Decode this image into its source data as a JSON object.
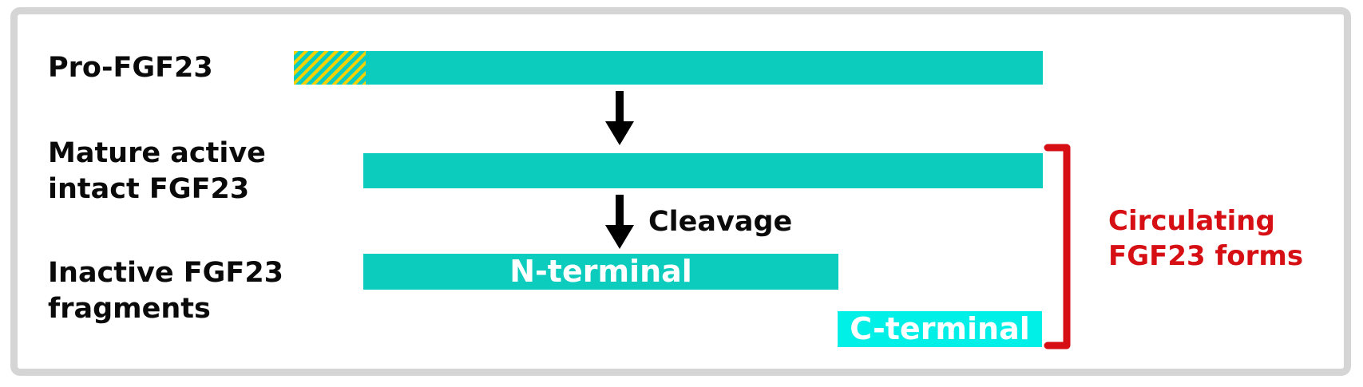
{
  "diagram": {
    "row1_label": "Pro-FGF23",
    "row2_label_line1": "Mature active",
    "row2_label_line2": "intact FGF23",
    "row3_label_line1": "Inactive FGF23",
    "row3_label_line2": "fragments",
    "cleavage_label": "Cleavage",
    "n_terminal_label": "N-terminal",
    "c_terminal_label": "C-terminal",
    "bracket_label_line1": "Circulating",
    "bracket_label_line2": "FGF23 forms"
  },
  "icons": {
    "down_arrow": "black downward arrow",
    "right_bracket": "red square bracket grouping circulating FGF23 forms",
    "signal_peptide_hatch": "yellow diagonal hatch segment on Pro-FGF23 bar"
  },
  "colors": {
    "teal": "#0cccbe",
    "cyan": "#00efe6",
    "hatch_yellow": "#f2d100",
    "red": "#d60f14",
    "label_black": "#0a0a0a",
    "frame_gray": "#d5d5d5"
  }
}
